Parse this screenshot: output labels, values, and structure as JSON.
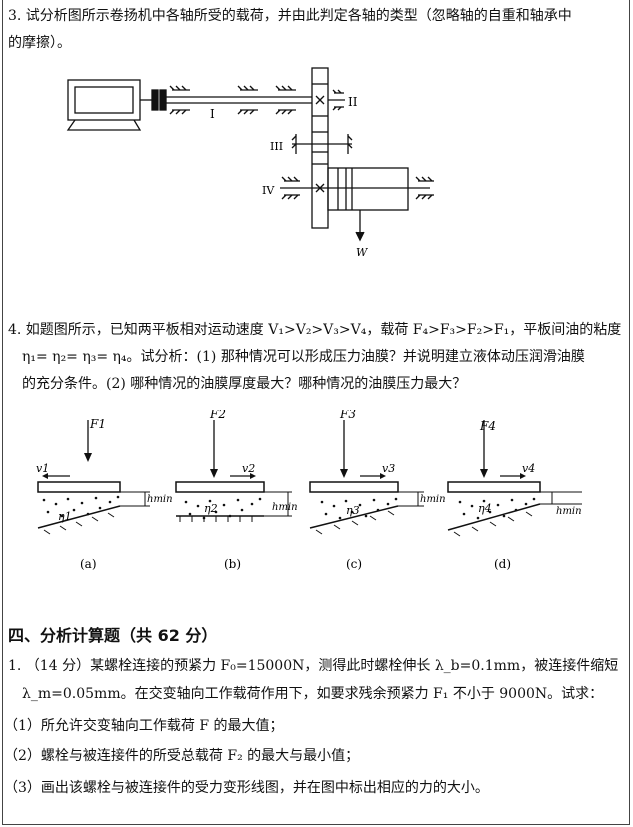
{
  "q3": {
    "line1": "3. 试分析图所示卷扬机中各轴所受的载荷，并由此判定各轴的类型（忽略轴的自重和轴承中",
    "line2": "的摩擦）。",
    "labels": {
      "shaft1": "I",
      "shaft2": "II",
      "shaft3": "III",
      "shaft4": "IV",
      "load": "W"
    }
  },
  "q4": {
    "line1": "4. 如题图所示，已知两平板相对运动速度 V₁>V₂>V₃>V₄，载荷 F₄>F₃>F₂>F₁，平板间油的粘度",
    "line2": "η₁= η₂= η₃= η₄。试分析：(1) 那种情况可以形成压力油膜？并说明建立液体动压润滑油膜",
    "line3": "的充分条件。(2) 哪种情况的油膜厚度最大？哪种情况的油膜压力最大？",
    "panels": [
      {
        "force": "F1",
        "velocity": "v1",
        "viscosity": "η1",
        "hmin": "hmin",
        "caption": "(a)"
      },
      {
        "force": "F2",
        "velocity": "v2",
        "viscosity": "η2",
        "hmin": "hmin",
        "caption": "(b)"
      },
      {
        "force": "F3",
        "velocity": "v3",
        "viscosity": "η3",
        "hmin": "hmin",
        "caption": "(c)"
      },
      {
        "force": "F4",
        "velocity": "v4",
        "viscosity": "η4",
        "hmin": "hmin",
        "caption": "(d)"
      }
    ]
  },
  "section4": {
    "heading": "四、分析计算题（共 62 分）",
    "p1_line1": "1. （14 分）某螺栓连接的预紧力 F₀=15000N，测得此时螺栓伸长 λ_b=0.1mm，被连接件缩短",
    "p1_line2": "λ_m=0.05mm。在交变轴向工作载荷作用下，如要求残余预紧力 F₁ 不小于 9000N。试求：",
    "item1": "（1）所允许交变轴向工作载荷 F 的最大值；",
    "item2": "（2）螺栓与被连接件的所受总载荷 F₂ 的最大与最小值；",
    "item3": "（3）画出该螺栓与被连接件的受力变形线图，并在图中标出相应的力的大小。"
  }
}
